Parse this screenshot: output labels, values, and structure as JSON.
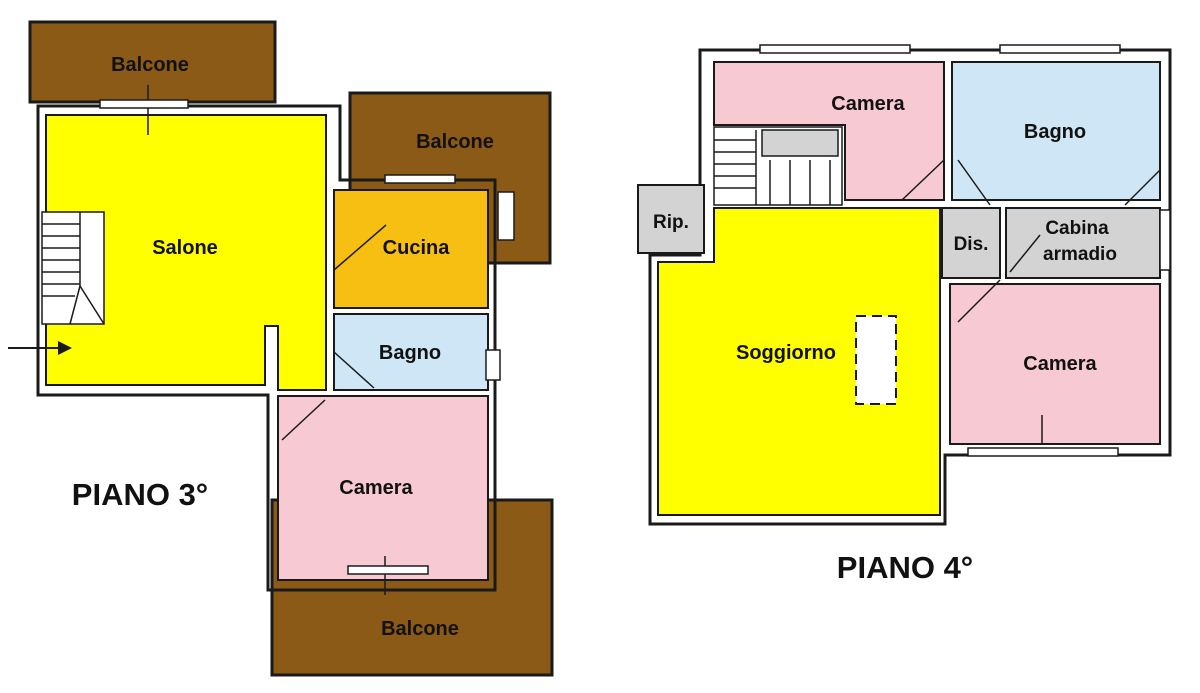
{
  "colors": {
    "balcony": "#8b5a16",
    "living": "#ffff00",
    "kitchen": "#f7bf12",
    "bath": "#cfe6f6",
    "bedroom": "#f7c9d2",
    "service": "#d3d3d3",
    "wall": "#1a1a1a"
  },
  "floor3": {
    "title": "PIANO 3°",
    "balcone_top": "Balcone",
    "balcone_right": "Balcone",
    "salone": "Salone",
    "cucina": "Cucina",
    "bagno": "Bagno",
    "camera": "Camera",
    "balcone_bottom": "Balcone"
  },
  "floor4": {
    "title": "PIANO 4°",
    "camera_top": "Camera",
    "bagno": "Bagno",
    "rip": "Rip.",
    "dis": "Dis.",
    "cabina_line1": "Cabina",
    "cabina_line2": "armadio",
    "soggiorno": "Soggiorno",
    "camera_right": "Camera"
  }
}
